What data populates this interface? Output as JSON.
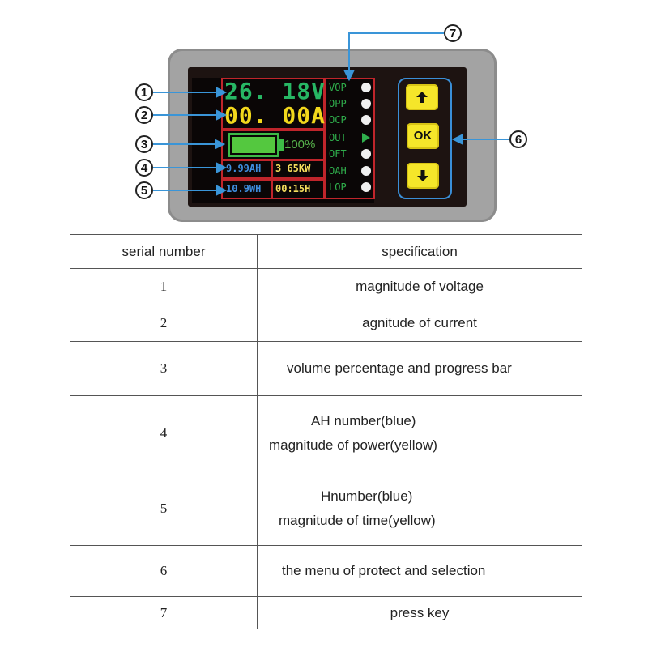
{
  "device": {
    "voltage": "26. 18V",
    "current": "00. 00A",
    "capacity_percent": "100%",
    "capacity_level": 1.0,
    "amp_hours": "9.99AH",
    "power": "3 65KW",
    "watt_hours": "10.9WH",
    "time": "00:15H",
    "protections": [
      "VOP",
      "OPP",
      "OCP",
      "OUT",
      "OFT",
      "OAH",
      "LOP"
    ],
    "keys": {
      "ok": "OK"
    },
    "colors": {
      "voltage": "#27b764",
      "current": "#f2d81c",
      "blue_values": "#3f8fe0",
      "yellow_values": "#f4dd5c",
      "frame": "#c0252b",
      "keypad": "#f5e62a"
    },
    "callouts": [
      "1",
      "2",
      "3",
      "4",
      "5",
      "6",
      "7"
    ]
  },
  "table": {
    "headers": [
      "serial number",
      "specification"
    ],
    "rows": [
      {
        "number": "1",
        "lines": [
          "magnitude of voltage"
        ]
      },
      {
        "number": "2",
        "lines": [
          "agnitude of current"
        ]
      },
      {
        "number": "3",
        "lines": [
          "volume percentage and progress bar"
        ]
      },
      {
        "number": "4",
        "lines": [
          "AH number(blue)",
          "magnitude of power(yellow)"
        ]
      },
      {
        "number": "5",
        "lines": [
          "Hnumber(blue)",
          "magnitude of time(yellow)"
        ]
      },
      {
        "number": "6",
        "lines": [
          "the menu of protect and selection"
        ]
      },
      {
        "number": "7",
        "lines": [
          "press key"
        ]
      }
    ]
  }
}
